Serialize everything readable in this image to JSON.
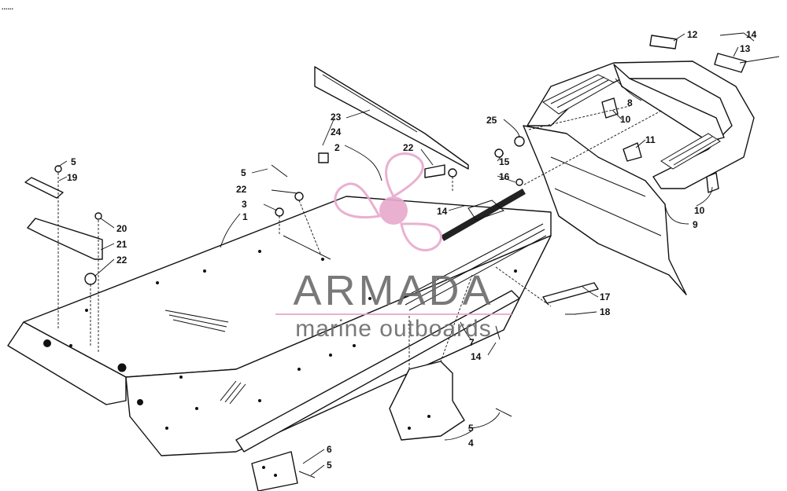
{
  "corner_mark": "......",
  "watermark": {
    "brand": "ARMADA",
    "tagline": "marine outboards",
    "color": "#e8a8cc",
    "text_color": "#6b6b6b"
  },
  "labels": [
    "1",
    "2",
    "3",
    "4",
    "5",
    "5",
    "5",
    "5",
    "6",
    "7",
    "8",
    "9",
    "10",
    "10",
    "11",
    "12",
    "13",
    "14",
    "14",
    "14",
    "15",
    "16",
    "17",
    "18",
    "19",
    "20",
    "21",
    "22",
    "22",
    "22",
    "23",
    "24",
    "25"
  ]
}
